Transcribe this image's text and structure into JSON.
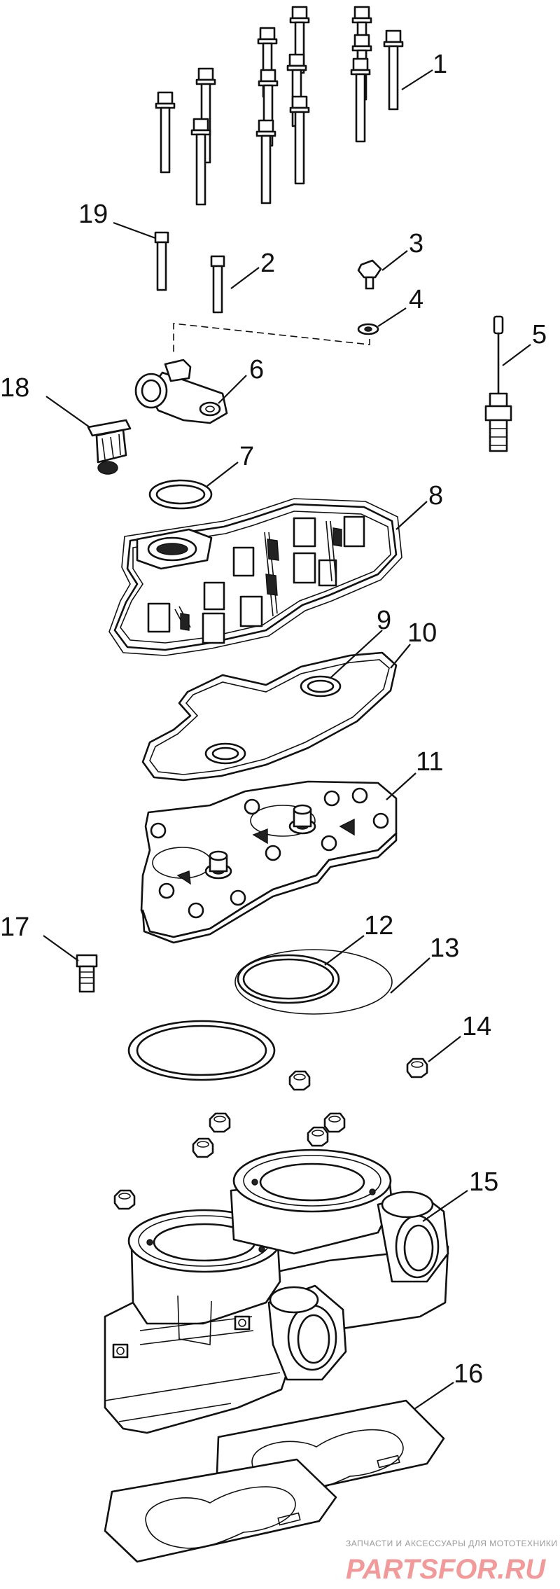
{
  "callouts": [
    "1",
    "2",
    "3",
    "4",
    "5",
    "6",
    "7",
    "8",
    "9",
    "10",
    "11",
    "12",
    "13",
    "14",
    "15",
    "16",
    "17",
    "18",
    "19"
  ],
  "watermark": {
    "tagline": "ЗАПЧАСТИ И АКСЕССУАРЫ ДЛЯ МОТОТЕХНИКИ",
    "brand": "PARTSFOR.RU"
  }
}
